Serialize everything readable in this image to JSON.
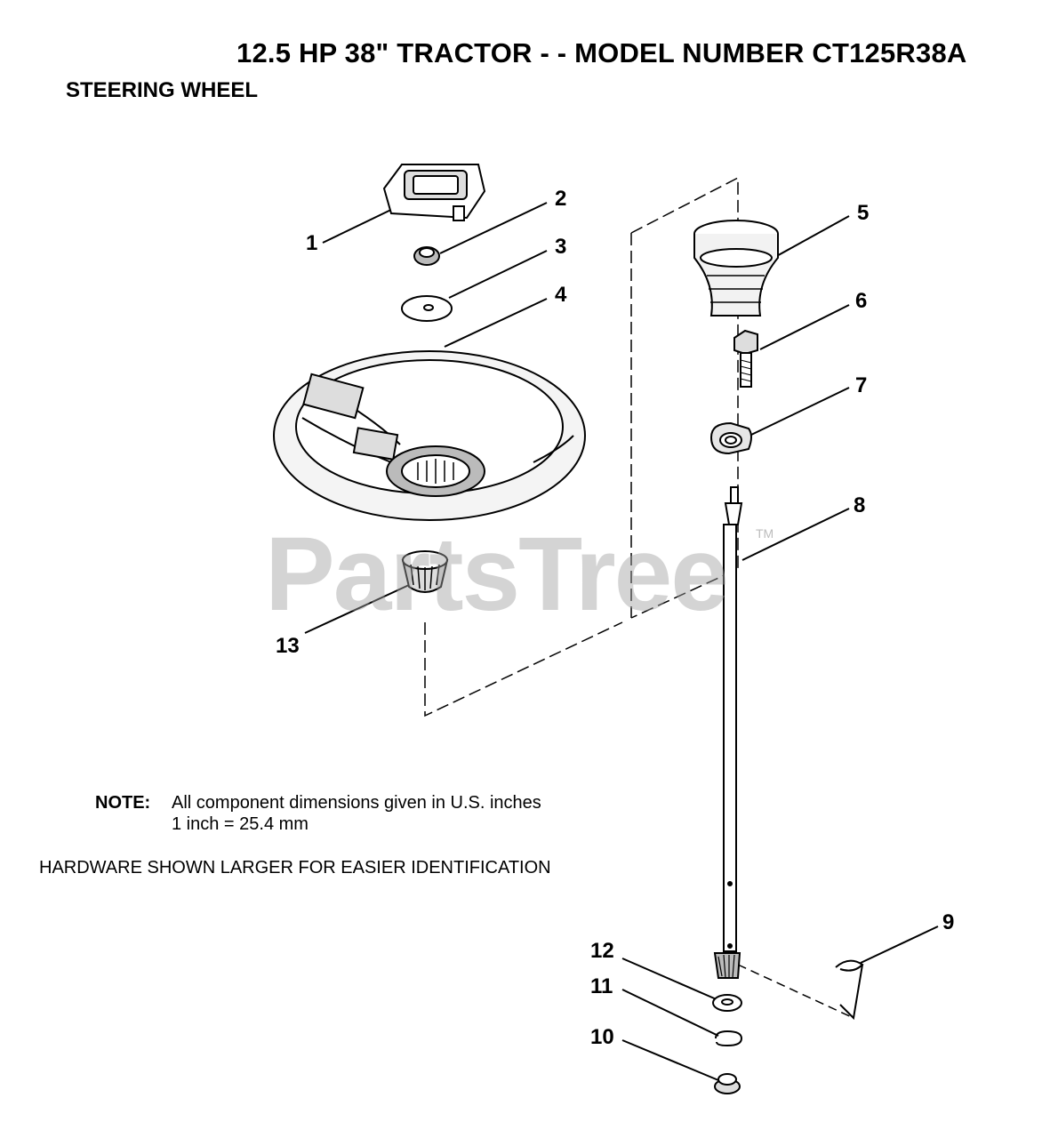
{
  "header": {
    "title": "12.5 HP 38\" TRACTOR - - MODEL NUMBER CT125R38A",
    "subtitle": "STEERING WHEEL"
  },
  "note": {
    "label": "NOTE:",
    "line1": "All component dimensions given in U.S. inches",
    "line2": "1 inch = 25.4 mm"
  },
  "hardware_note": "HARDWARE SHOWN LARGER FOR EASIER IDENTIFICATION",
  "watermark": {
    "text": "PartsTree",
    "trademark": "TM"
  },
  "callouts": {
    "c1": "1",
    "c2": "2",
    "c3": "3",
    "c4": "4",
    "c5": "5",
    "c6": "6",
    "c7": "7",
    "c8": "8",
    "c9": "9",
    "c10": "10",
    "c11": "11",
    "c12": "12",
    "c13": "13"
  }
}
